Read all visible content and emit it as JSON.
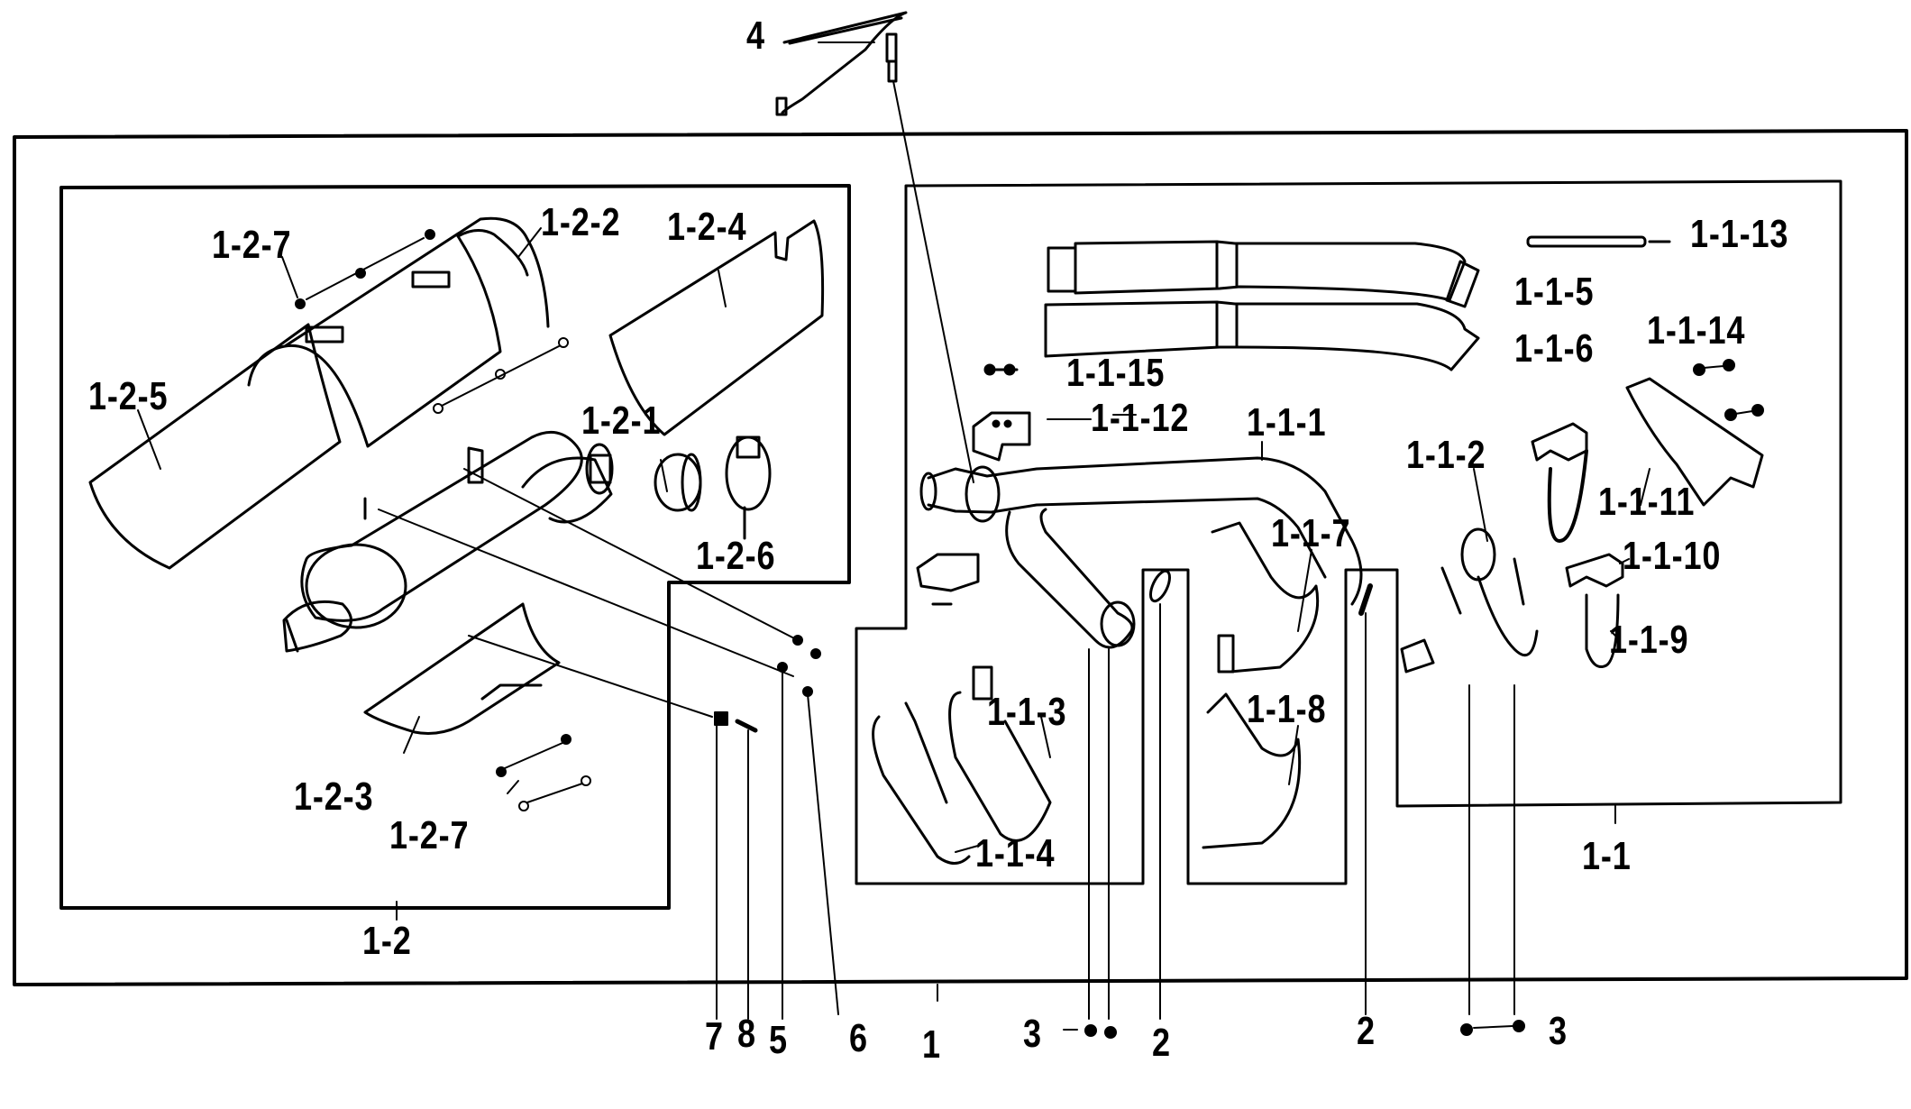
{
  "diagram": {
    "title": "Exhaust system exploded parts diagram",
    "line_color": "#000000",
    "background": "#ffffff",
    "labels": {
      "l4": "4",
      "l1_2_7_top": "1-2-7",
      "l1_2_2": "1-2-2",
      "l1_2_4": "1-2-4",
      "l1_2_5": "1-2-5",
      "l1_2_1": "1-2-1",
      "l1_2_6": "1-2-6",
      "l1_2_3": "1-2-3",
      "l1_2_7_bottom": "1-2-7",
      "l1_2": "1-2",
      "l1_1_13": "1-1-13",
      "l1_1_5": "1-1-5",
      "l1_1_6": "1-1-6",
      "l1_1_14": "1-1-14",
      "l1_1_15": "1-1-15",
      "l1_1_12": "1-1-12",
      "l1_1_1": "1-1-1",
      "l1_1_2": "1-1-2",
      "l1_1_11": "1-1-11",
      "l1_1_10": "1-1-10",
      "l1_1_9": "1-1-9",
      "l1_1_7": "1-1-7",
      "l1_1_3": "1-1-3",
      "l1_1_8": "1-1-8",
      "l1_1_4": "1-1-4",
      "l1_1": "1-1",
      "l7": "7",
      "l8": "8",
      "l5": "5",
      "l6": "6",
      "l1": "1",
      "l3_left": "3",
      "l2_left": "2",
      "l2_right": "2",
      "l3_right": "3"
    }
  }
}
